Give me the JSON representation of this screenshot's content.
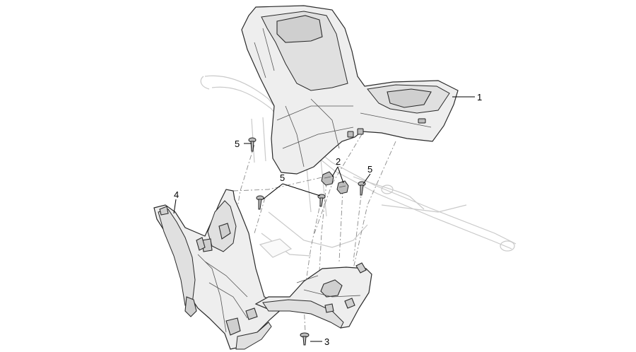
{
  "callouts": {
    "c1": "1",
    "c2": "2",
    "c3": "3",
    "c4": "4",
    "c5a": "5",
    "c5b": "5",
    "c5c": "5"
  },
  "colors": {
    "outline": "#2a2a2a",
    "ghost": "#c9c9c9",
    "shade": "#eeeeee"
  }
}
